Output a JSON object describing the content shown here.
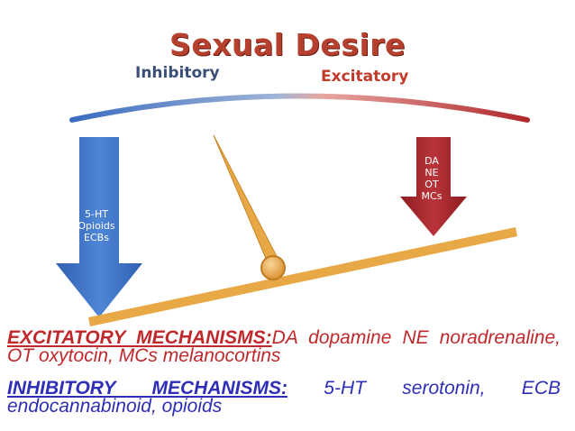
{
  "title": "Sexual Desire",
  "labels": {
    "inhibitory": "Inhibitory",
    "excitatory": "Excitatory"
  },
  "arrows": {
    "inhibitory_lines": [
      "5-HT",
      "Opioids",
      "ECBs"
    ],
    "excitatory_lines": [
      "DA",
      "NE",
      "OT",
      "MCs"
    ]
  },
  "mechanisms": {
    "excitatory_heading": "EXCITATORY MECHANISMS:",
    "excitatory_text": "DA dopamine NE noradrenaline, OT oxytocin, MCs melanocortins",
    "inhibitory_heading": "INHIBITORY MECHANISMS:",
    "inhibitory_text": " 5-HT serotonin, ECB endocannabinoid, opioids"
  },
  "colors": {
    "title": "#b5402e",
    "inhibitory": "#3b6cc0",
    "excitatory": "#a8262a",
    "gauge": "#e8a845",
    "excitatory_text": "#c0282b",
    "inhibitory_text": "#2e2eb6"
  }
}
